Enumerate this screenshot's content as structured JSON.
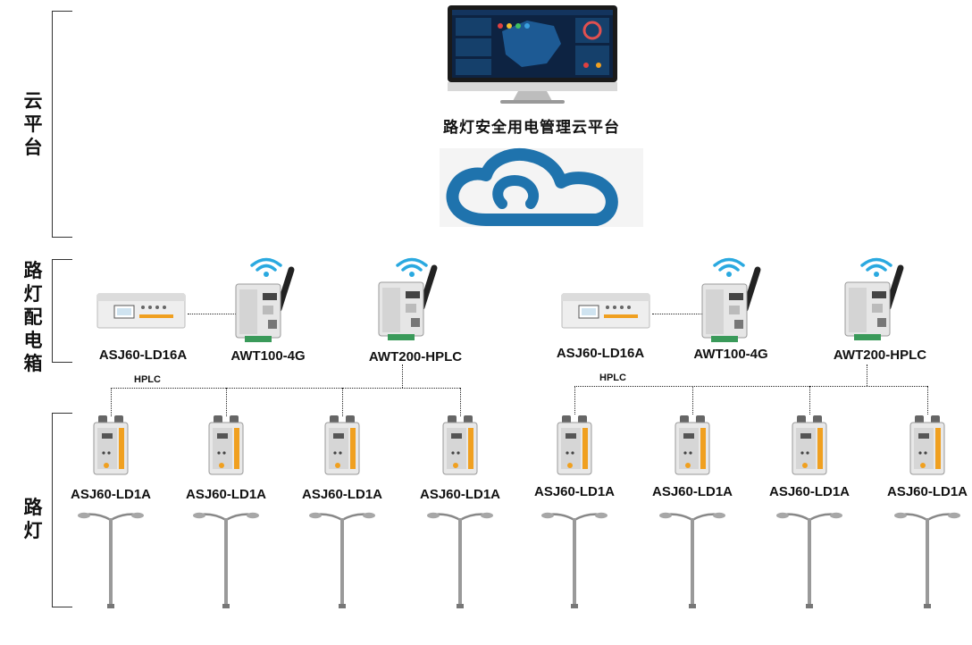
{
  "tiers": {
    "cloud": "云平台",
    "box": "路灯配电箱",
    "lamp": "路灯"
  },
  "platform": {
    "title": "路灯安全用电管理云平台"
  },
  "bus_label": "HPLC",
  "groups": [
    {
      "meter": "ASJ60-LD16A",
      "gateway_4g": "AWT100-4G",
      "gateway_hplc": "AWT200-HPLC",
      "nodes": [
        "ASJ60-LD1A",
        "ASJ60-LD1A",
        "ASJ60-LD1A",
        "ASJ60-LD1A"
      ]
    },
    {
      "meter": "ASJ60-LD16A",
      "gateway_4g": "AWT100-4G",
      "gateway_hplc": "AWT200-HPLC",
      "nodes": [
        "ASJ60-LD1A",
        "ASJ60-LD1A",
        "ASJ60-LD1A",
        "ASJ60-LD1A"
      ]
    }
  ],
  "colors": {
    "cloud": "#1f73ad",
    "wifi": "#2aa9e0",
    "accent": "#f0a020"
  }
}
